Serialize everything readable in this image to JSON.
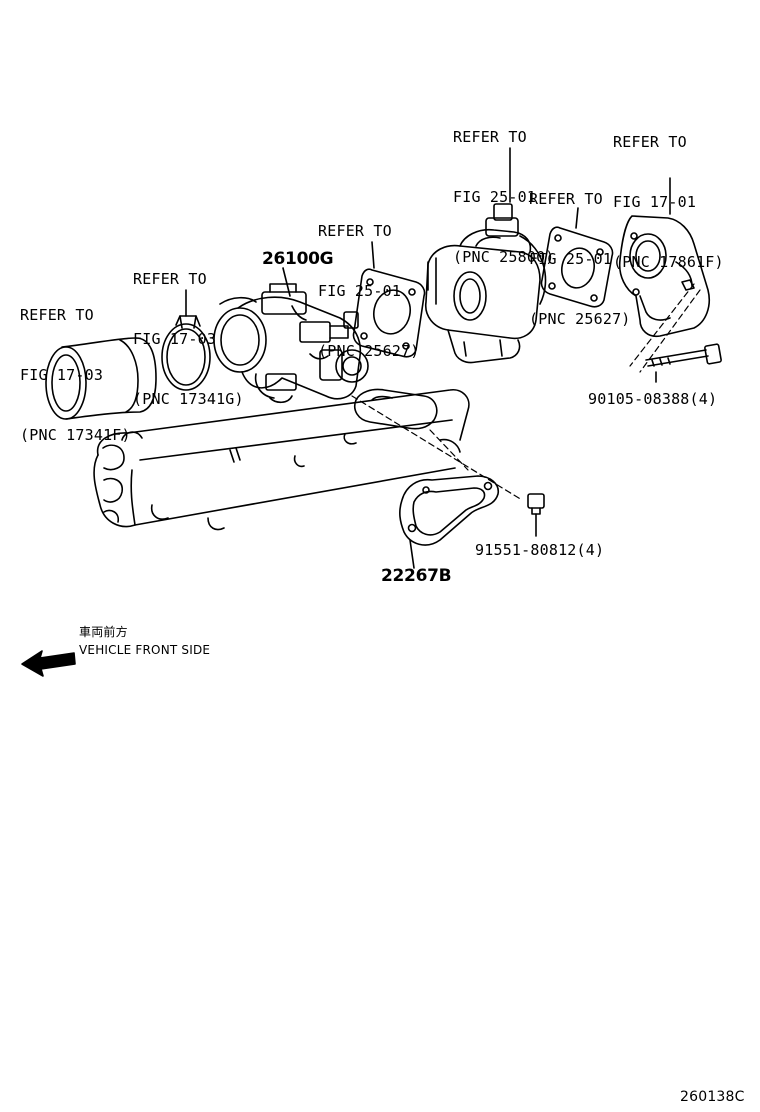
{
  "refs": {
    "air_hose": [
      "REFER TO",
      "FIG 17-03",
      "(PNC 17341F)"
    ],
    "clamp": [
      "REFER TO",
      "FIG 17-03",
      "(PNC 17341G)"
    ],
    "gasket_left": [
      "REFER TO",
      "FIG 25-01",
      "(PNC 25627)"
    ],
    "egr_valve": [
      "REFER TO",
      "FIG 25-01",
      "(PNC 25800)"
    ],
    "gasket_right": [
      "REFER TO",
      "FIG 25-01",
      "(PNC 25627)"
    ],
    "egr_pipe": [
      "REFER TO",
      "FIG 17-01",
      "(PNC 17861F)"
    ]
  },
  "parts": {
    "throttle_body": "26100G",
    "gasket": "22267B",
    "bolt": "90105-08388(4)",
    "screw": "91551-80812(4)"
  },
  "front_marker": {
    "japanese": "車両前方",
    "english": "VEHICLE FRONT SIDE"
  },
  "figure_code": "260138C"
}
